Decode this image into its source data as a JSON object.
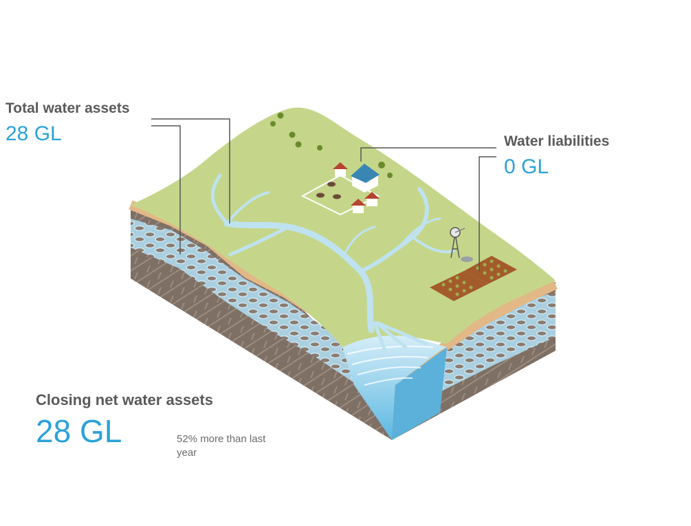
{
  "assets": {
    "title": "Total water assets",
    "value": "28 GL"
  },
  "liabilities": {
    "title": "Water liabilities",
    "value": "0 GL"
  },
  "closing": {
    "title": "Closing net water assets",
    "value": "28 GL",
    "note": "52% more than last year"
  },
  "colors": {
    "accent_blue": "#2aa2d8",
    "label_grey": "#5a5a5a",
    "grass": "#c5d68a",
    "sand": "#e2b886",
    "aquifer": "#bcdbe8",
    "rock": "#8a7b70",
    "river": "#bfe2f0",
    "water": "#6ec2e6"
  }
}
